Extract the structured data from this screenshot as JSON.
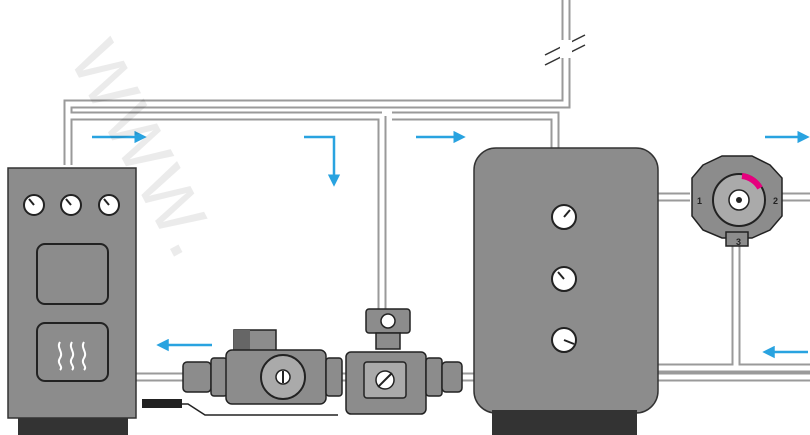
{
  "diagram": {
    "watermark_text": "www.",
    "valve_ports": {
      "port_1": "1",
      "port_2": "2",
      "port_3": "3"
    },
    "colors": {
      "pipe_outer": "#9a9a9a",
      "pipe_inner": "#ffffff",
      "equipment_fill": "#8c8c8c",
      "equipment_stroke": "#333333",
      "flow_arrow": "#29a3e0",
      "valve_accent": "#e6007e"
    },
    "components": [
      "boiler",
      "gauge-icon",
      "heat-icon",
      "circulation-pump",
      "motorized-valve",
      "storage-tank",
      "mixing-valve",
      "flow-arrow"
    ]
  }
}
